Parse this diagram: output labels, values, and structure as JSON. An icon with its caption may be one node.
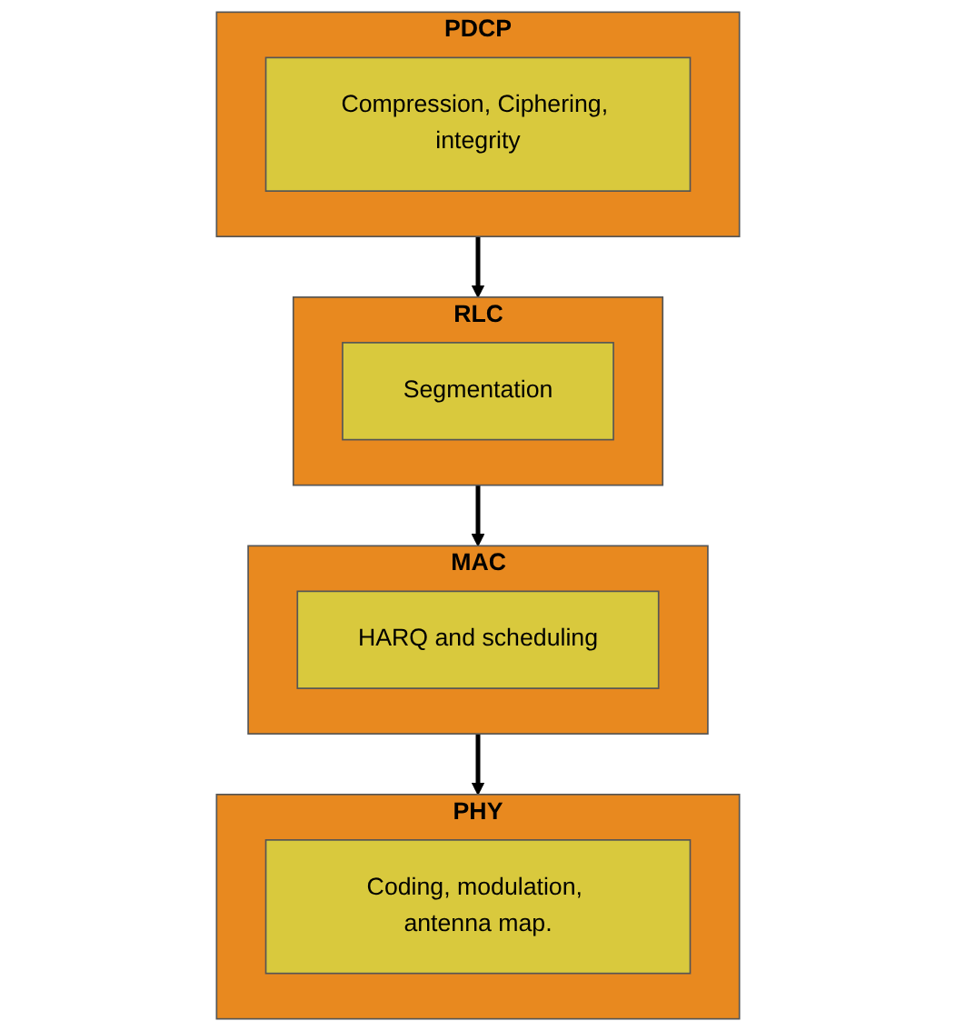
{
  "diagram": {
    "nodes": [
      {
        "text": [
          "PDCP"
        ]
      },
      {
        "text": [
          "Compression, Ciphering, integrity"
        ],
        "in": 0
      },
      {
        "text": [
          "RLC"
        ]
      },
      {
        "text": [
          "Segmentation"
        ],
        "in": 2
      },
      {
        "text": [
          "MAC"
        ]
      },
      {
        "text": [
          "HARQ and scheduling"
        ],
        "in": 4
      },
      {
        "text": [
          "PHY"
        ]
      },
      {
        "text": [
          "Coding, modulation, antenna map."
        ],
        "in": 6
      }
    ],
    "edges": [
      {
        "from": 0,
        "to": 2,
        "arrow": "to"
      },
      {
        "from": 2,
        "to": 4,
        "arrow": "to"
      },
      {
        "from": 4,
        "to": 6,
        "arrow": "to"
      }
    ]
  }
}
